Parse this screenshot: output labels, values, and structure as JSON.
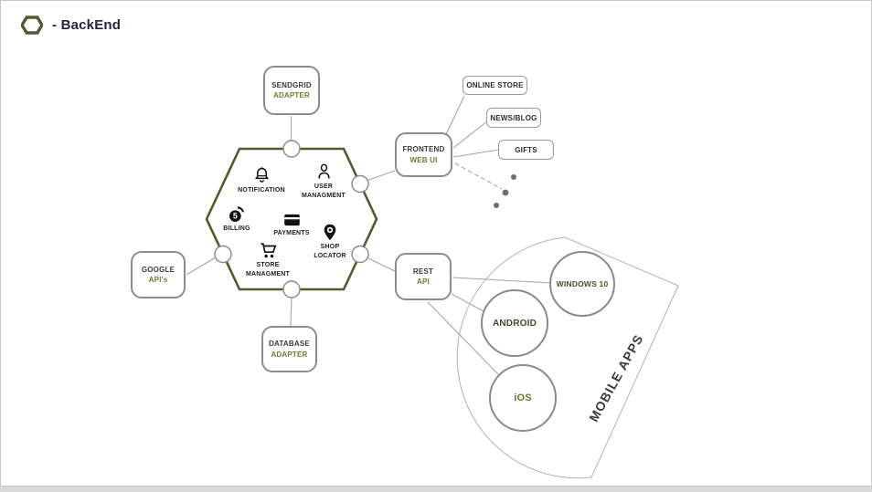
{
  "header": {
    "title": "- BackEnd",
    "icon": "hexagon-icon"
  },
  "colors": {
    "accent_green": "#66802F",
    "hexagon_olive": "#4E5C30",
    "border_gray": "#8C8C8C",
    "line_gray": "#A6A6A6",
    "text_dark": "#3B3B3B"
  },
  "diagram": {
    "hexagon_modules": [
      {
        "id": "notification",
        "icon": "bell-icon",
        "lines": [
          "NOTIFICATION"
        ]
      },
      {
        "id": "user-managment",
        "icon": "user-icon",
        "lines": [
          "USER",
          "MANAGMENT"
        ]
      },
      {
        "id": "billing",
        "icon": "coin-5-icon",
        "lines": [
          "BILLING"
        ]
      },
      {
        "id": "payments",
        "icon": "credit-card-icon",
        "lines": [
          "PAYMENTS"
        ]
      },
      {
        "id": "shop-locator",
        "icon": "map-pin-icon",
        "lines": [
          "SHOP",
          "LOCATOR"
        ]
      },
      {
        "id": "store-managment",
        "icon": "shopping-cart-icon",
        "lines": [
          "STORE",
          "MANAGMENT"
        ]
      }
    ],
    "adapter_nodes": [
      {
        "id": "sendgrid-adapter",
        "line1": "SENDGRID",
        "line2": "ADAPTER"
      },
      {
        "id": "frontend-web-ui",
        "line1": "FRONTEND",
        "line2": "WEB UI"
      },
      {
        "id": "google-apis",
        "line1": "GOOGLE",
        "line2": "API's"
      },
      {
        "id": "rest-api",
        "line1": "REST",
        "line2": "API"
      },
      {
        "id": "database-adapter",
        "line1": "DATABASE",
        "line2": "ADAPTER"
      }
    ],
    "web_channels": [
      "ONLINE STORE",
      "NEWS/BLOG",
      "GIFTS"
    ],
    "mobile_apps": {
      "group_label": "MOBILE APPS",
      "items": [
        "WINDOWS 10",
        "ANDROID",
        "iOS"
      ]
    }
  }
}
